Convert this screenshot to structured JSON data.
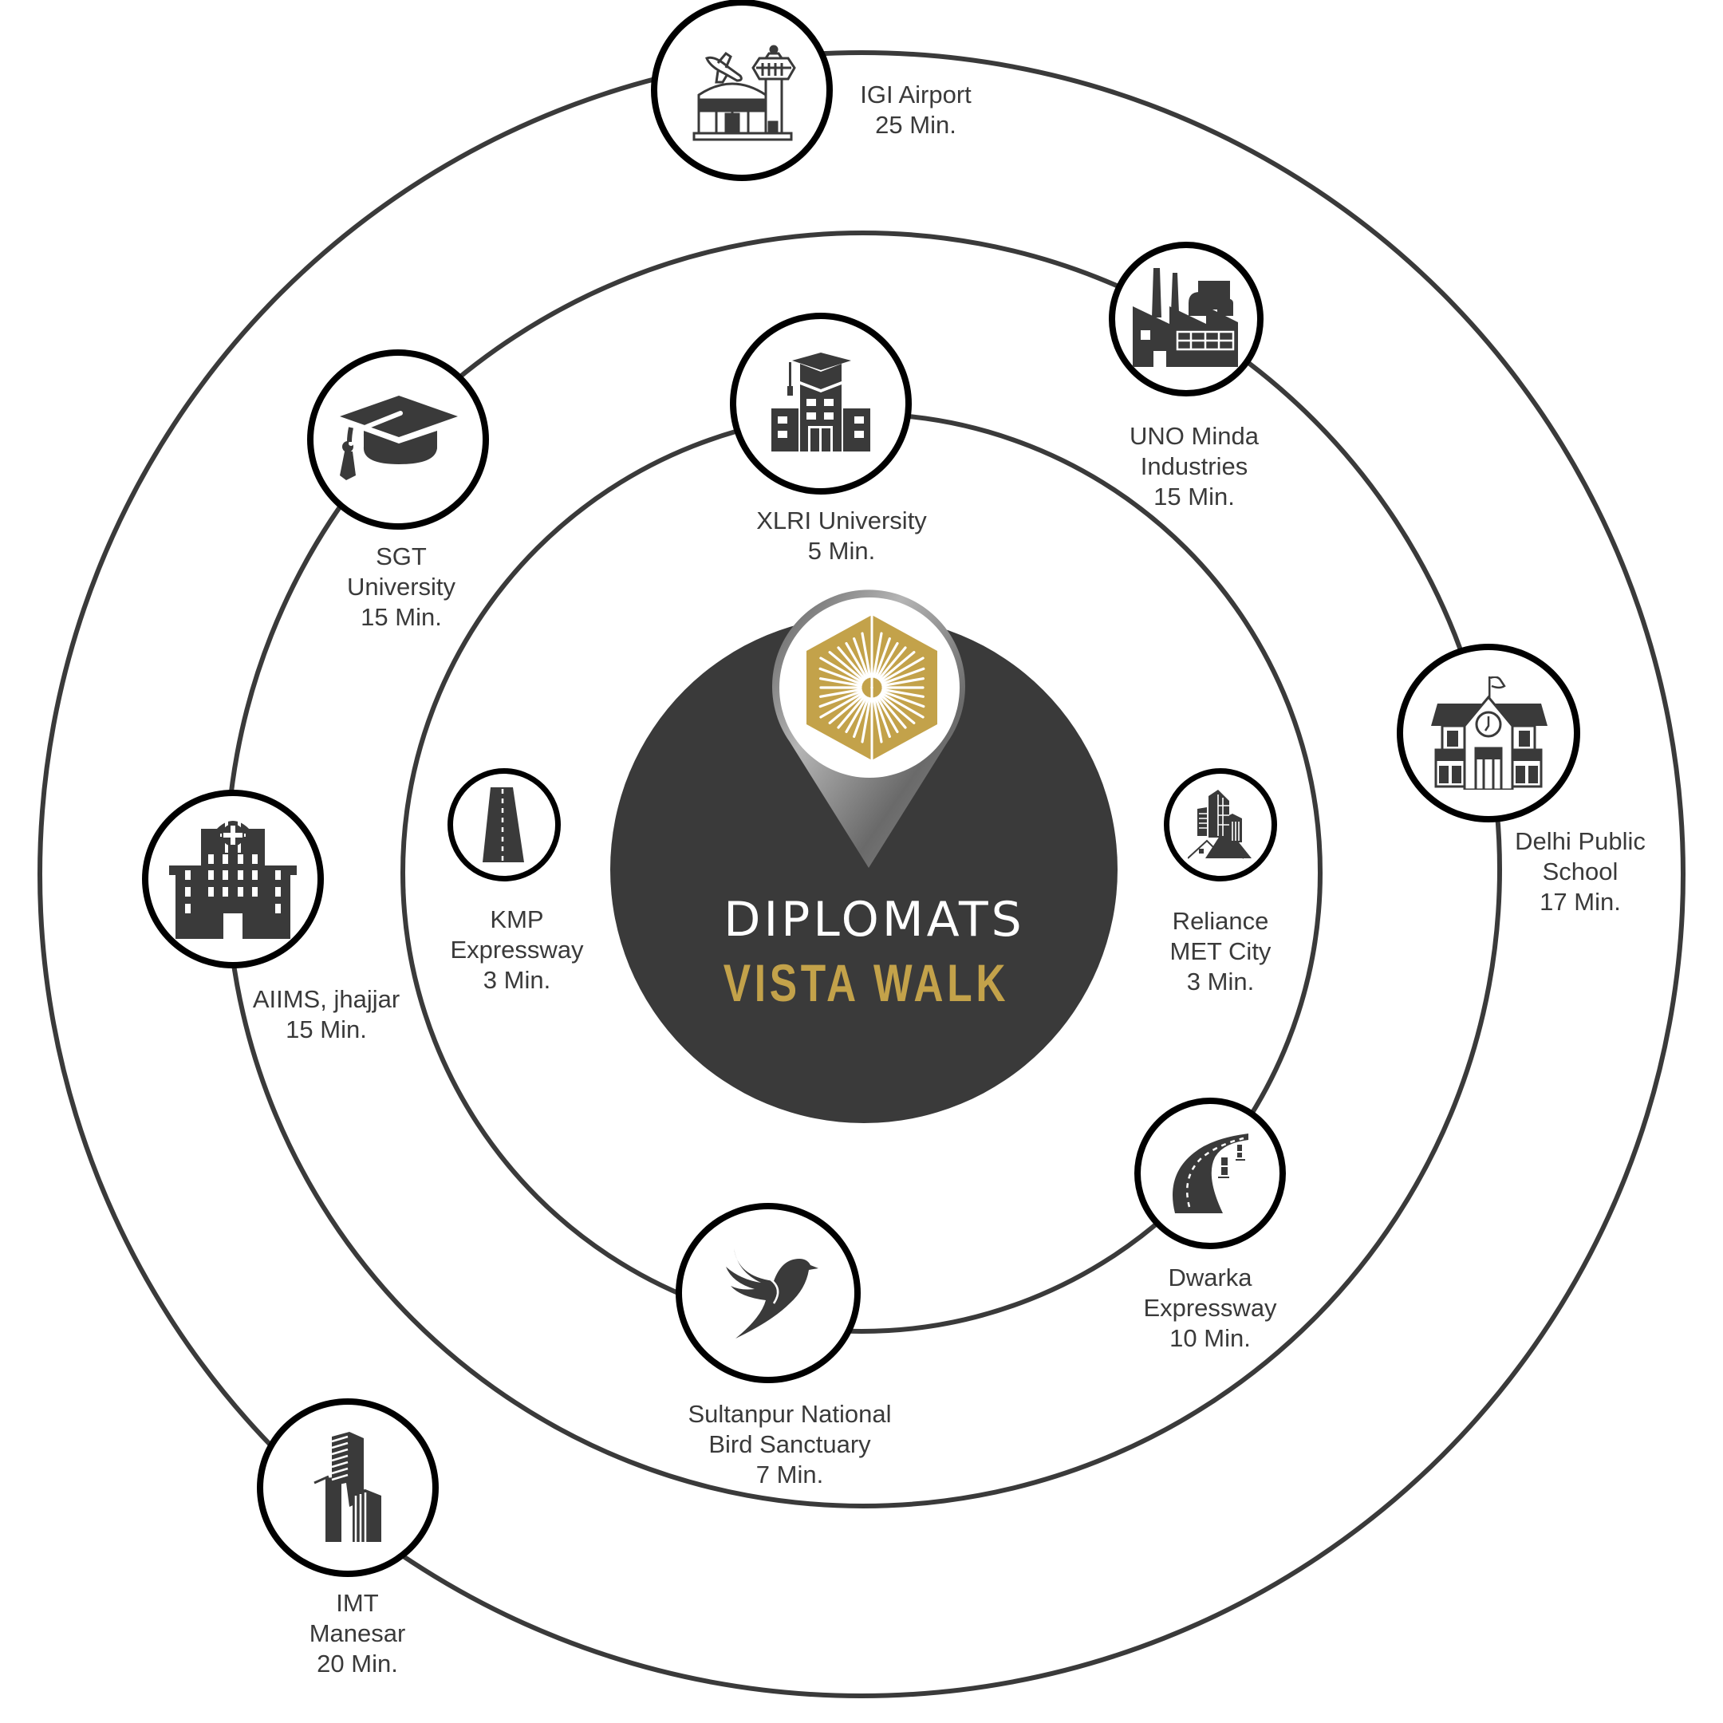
{
  "brand": {
    "name": "DIPLOMATS",
    "project": "VISTA WALK",
    "logo_icon": "gold-hexagon-sunburst-icon",
    "pin_icon": "map-pin-icon"
  },
  "colors": {
    "ring": "#3a3a3a",
    "badge_border": "#000000",
    "center_disc": "#3a3a3a",
    "gold": "#c3a24a",
    "text": "#3a3a3a",
    "background": "#ffffff"
  },
  "rings": [
    {
      "name": "inner",
      "radius": 575
    },
    {
      "name": "middle",
      "radius": 798
    },
    {
      "name": "outer",
      "radius": 1030
    }
  ],
  "locations": [
    {
      "id": "igi-airport",
      "icon": "airport-icon",
      "ring": "outer",
      "lines": [
        "IGI Airport",
        "25 Min."
      ],
      "name": "IGI Airport",
      "time": "25 Min."
    },
    {
      "id": "uno-minda",
      "icon": "factory-icon",
      "ring": "middle",
      "lines": [
        "UNO Minda",
        "Industries",
        "15 Min."
      ],
      "name": "UNO Minda Industries",
      "time": "15 Min."
    },
    {
      "id": "xlri",
      "icon": "university-building-icon",
      "ring": "inner",
      "lines": [
        "XLRI University",
        "5 Min."
      ],
      "name": "XLRI University",
      "time": "5 Min."
    },
    {
      "id": "sgt",
      "icon": "graduation-cap-icon",
      "ring": "middle",
      "lines": [
        "SGT",
        "University",
        "15 Min."
      ],
      "name": "SGT University",
      "time": "15 Min."
    },
    {
      "id": "dps",
      "icon": "school-icon",
      "ring": "outer",
      "lines": [
        "Delhi Public",
        "School",
        "17 Min."
      ],
      "name": "Delhi Public School",
      "time": "17 Min."
    },
    {
      "id": "aiims",
      "icon": "hospital-icon",
      "ring": "middle",
      "lines": [
        "AIIMS, jhajjar",
        "15 Min."
      ],
      "name": "AIIMS, jhajjar",
      "time": "15 Min."
    },
    {
      "id": "kmp",
      "icon": "road-icon",
      "ring": "inside",
      "lines": [
        "KMP",
        "Expressway",
        "3 Min."
      ],
      "name": "KMP Expressway",
      "time": "3 Min."
    },
    {
      "id": "reliance",
      "icon": "city-buildings-icon",
      "ring": "inside",
      "lines": [
        "Reliance",
        "MET City",
        "3 Min."
      ],
      "name": "Reliance MET City",
      "time": "3 Min."
    },
    {
      "id": "dwarka",
      "icon": "curved-road-icon",
      "ring": "inner",
      "lines": [
        "Dwarka",
        "Expressway",
        "10 Min."
      ],
      "name": "Dwarka Expressway",
      "time": "10 Min."
    },
    {
      "id": "sultanpur",
      "icon": "bird-icon",
      "ring": "middle",
      "lines": [
        "Sultanpur National",
        "Bird Sanctuary",
        "7 Min."
      ],
      "name": "Sultanpur National Bird Sanctuary",
      "time": "7 Min."
    },
    {
      "id": "imt",
      "icon": "skyscraper-icon",
      "ring": "outer",
      "lines": [
        "IMT",
        "Manesar",
        "20 Min."
      ],
      "name": "IMT Manesar",
      "time": "20 Min."
    }
  ]
}
